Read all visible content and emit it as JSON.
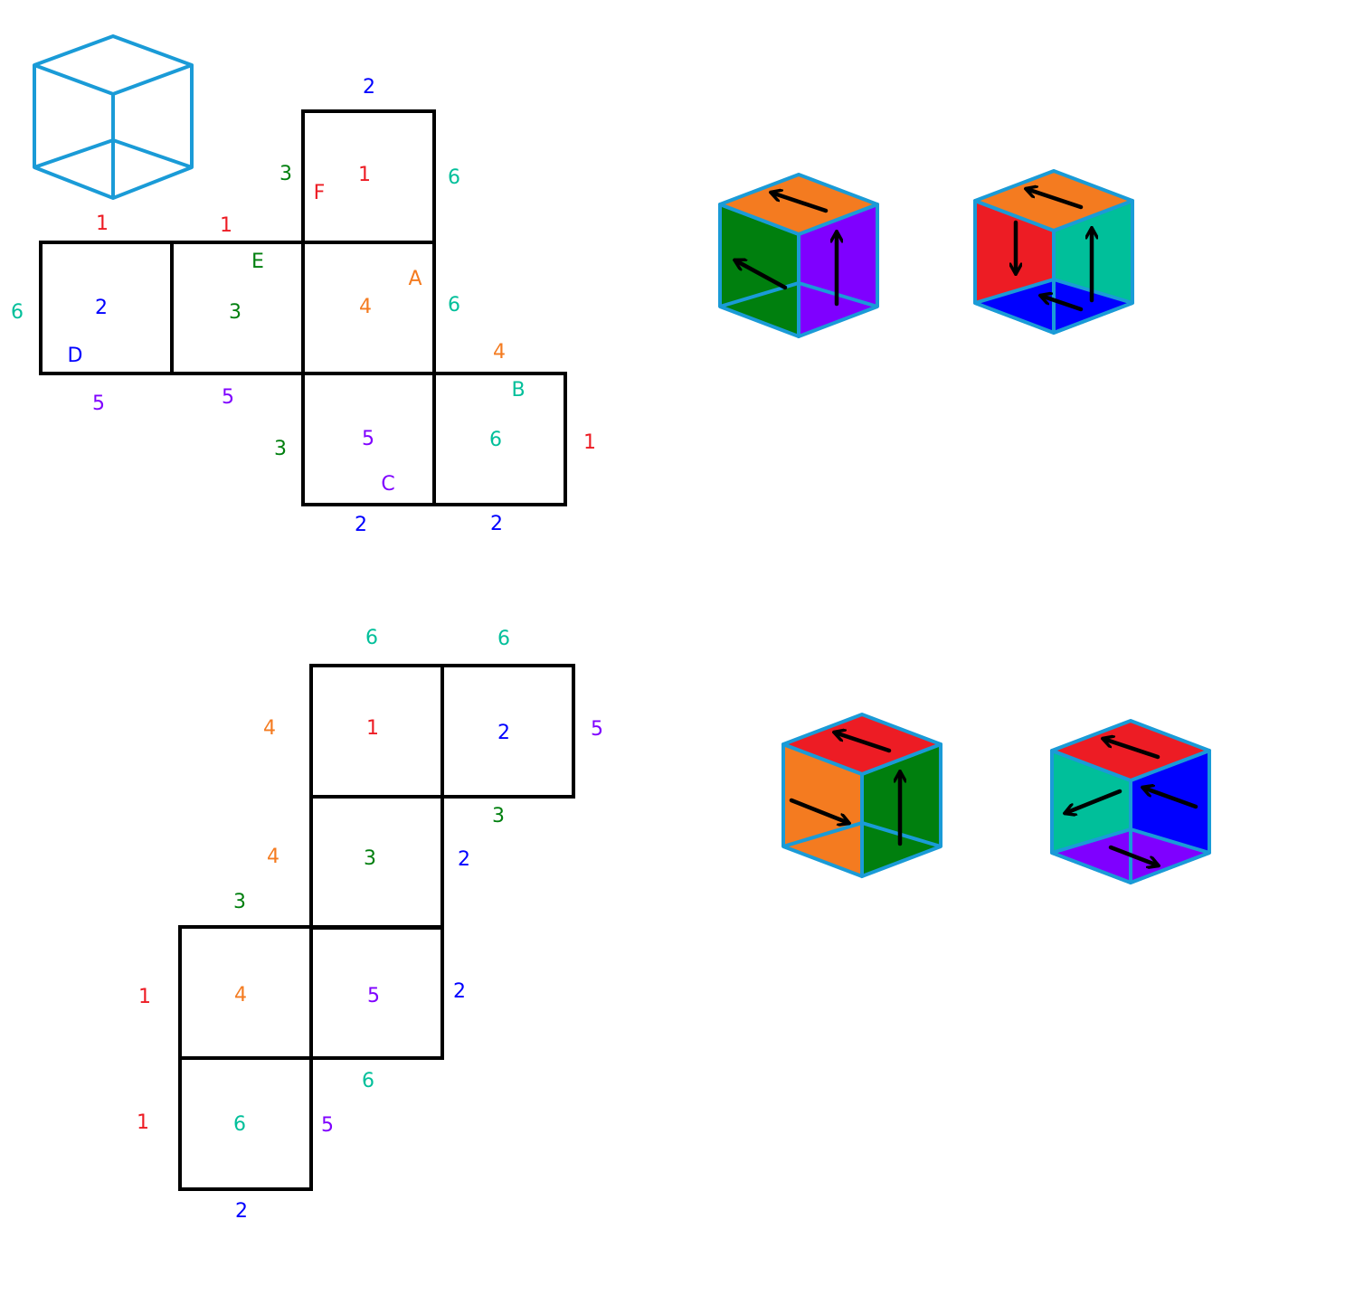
{
  "palette": {
    "c1": "#ed1c24",
    "c2": "#0000ff",
    "c3": "#007f0e",
    "c4": "#f47b20",
    "c5": "#7f00ff",
    "c6": "#00bf9a",
    "outline": "#1a9bd7",
    "net_line": "#000000"
  },
  "net_top": {
    "face_labels": [
      "1",
      "2",
      "3",
      "4",
      "5",
      "6"
    ],
    "edge_labels": [
      "2",
      "6",
      "6",
      "4",
      "1",
      "2",
      "2",
      "3",
      "3",
      "1",
      "1",
      "6",
      "5",
      "5"
    ],
    "letters": [
      "F",
      "E",
      "A",
      "D",
      "B",
      "C"
    ]
  },
  "net_bottom": {
    "face_labels": [
      "1",
      "2",
      "3",
      "4",
      "5",
      "6"
    ],
    "edge_labels": [
      "6",
      "6",
      "5",
      "4",
      "3",
      "4",
      "2",
      "3",
      "1",
      "2",
      "6",
      "1",
      "5",
      "2"
    ]
  },
  "cubes": [
    {
      "top": "c4",
      "left": "c3",
      "right": "c5",
      "bottom": "none",
      "arrows": [
        "top-left",
        "left-upleft",
        "right-up"
      ]
    },
    {
      "top": "c4",
      "left": "c1",
      "right": "c6",
      "bottom": "c2",
      "arrows": [
        "top-left",
        "left-down",
        "right-up",
        "bottom-left"
      ]
    },
    {
      "top": "c1",
      "left": "c4",
      "right": "c3",
      "bottom": "none",
      "arrows": [
        "top-left",
        "left-downright",
        "right-up"
      ]
    },
    {
      "top": "c1",
      "left": "c6",
      "right": "c2",
      "bottom": "c5",
      "arrows": [
        "top-left",
        "left-downleft",
        "right-upleft",
        "bottom-right"
      ]
    }
  ]
}
